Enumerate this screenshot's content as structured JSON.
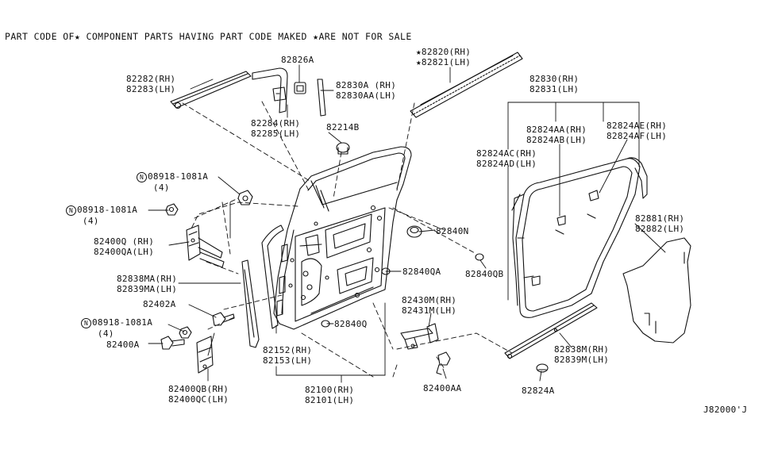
{
  "header": "PART CODE OF★ COMPONENT PARTS HAVING PART CODE MAKED ★ARE NOT FOR SALE",
  "diagram_code": "J82000'J",
  "nut_symbol": "N",
  "labels": {
    "p82282": [
      "82282(RH)",
      "82283(LH)"
    ],
    "p82826a": [
      "82826A"
    ],
    "p82830a": [
      "82830A (RH)",
      "82830AA(LH)"
    ],
    "p82820": [
      "★82820(RH)",
      "★82821(LH)"
    ],
    "p82830": [
      "82830(RH)",
      "82831(LH)"
    ],
    "p82284": [
      "82284(RH)",
      "82285(LH)"
    ],
    "p82214b": [
      "82214B"
    ],
    "p82824aa": [
      "82824AA(RH)",
      "82824AB(LH)"
    ],
    "p82824ae": [
      "82824AE(RH)",
      "82824AF(LH)"
    ],
    "p82824ac": [
      "82824AC(RH)",
      "82824AD(LH)"
    ],
    "p08918_top": [
      "08918-1081A",
      " (4)"
    ],
    "p08918_mid": [
      "08918-1081A",
      " (4)"
    ],
    "p08918_low": [
      "08918-1081A",
      " (4)"
    ],
    "p82400q": [
      "82400Q (RH)",
      "82400QA(LH)"
    ],
    "p82840n": [
      "82840N"
    ],
    "p82881": [
      "82881(RH)",
      "82882(LH)"
    ],
    "p82840qb": [
      "82840QB"
    ],
    "p82840qa": [
      "82840QA"
    ],
    "p82838ma": [
      "82838MA(RH)",
      "82839MA(LH)"
    ],
    "p82402a": [
      "82402A"
    ],
    "p82430m": [
      "82430M(RH)",
      "82431M(LH)"
    ],
    "p82840q": [
      "82840Q"
    ],
    "p82400a": [
      "82400A"
    ],
    "p82152": [
      "82152(RH)",
      "82153(LH)"
    ],
    "p82838m": [
      "82838M(RH)",
      "82839M(LH)"
    ],
    "p82824a": [
      "82824A"
    ],
    "p82400qb": [
      "82400QB(RH)",
      "82400QC(LH)"
    ],
    "p82100": [
      "82100(RH)",
      "82101(LH)"
    ],
    "p82400aa": [
      "82400AA"
    ]
  }
}
